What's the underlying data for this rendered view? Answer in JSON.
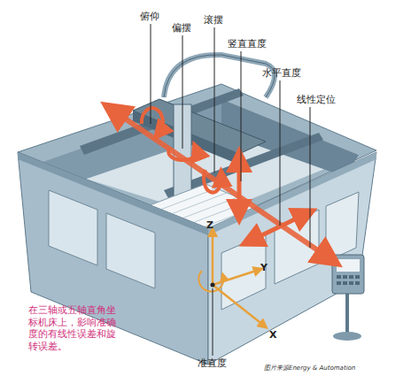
{
  "diagram": {
    "labels": [
      "俯仰",
      "偏摆",
      "滚摆",
      "竖直直度",
      "水平直度",
      "线性定位",
      "Z",
      "Y",
      "X",
      "在三轴或五轴直角坐标机床上，影响准确度的有线性误差和旋转误差。",
      "准直度",
      "图片来源Energy & Automation"
    ]
  }
}
